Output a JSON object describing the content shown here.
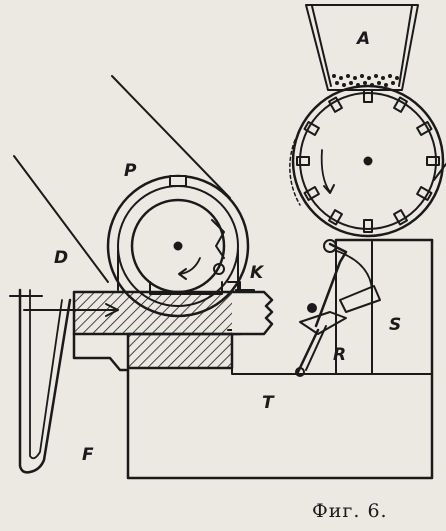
{
  "caption": "Фиг. 6.",
  "labels": {
    "A": "A",
    "P": "P",
    "D": "D",
    "K": "K",
    "S": "S",
    "R": "R",
    "T": "T",
    "F": "F"
  },
  "colors": {
    "ink": "#1a1a1a",
    "paper": "#ece9e2"
  }
}
